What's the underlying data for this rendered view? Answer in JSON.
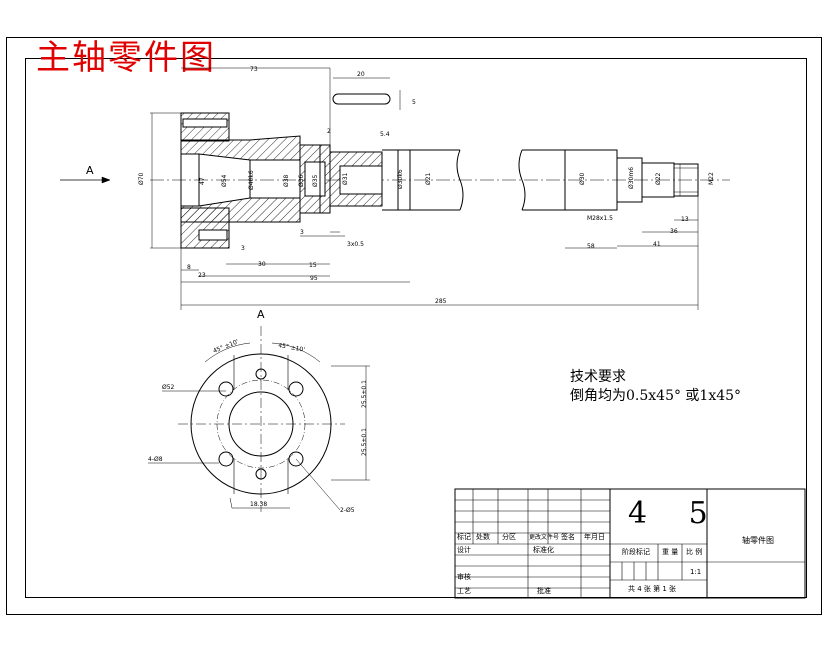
{
  "heading": "主轴零件图",
  "view_labels": {
    "arrow_left": "A",
    "section": "A"
  },
  "dimensions": {
    "top_73": "73",
    "key_20": "20",
    "key_5": "5",
    "dim_2": "2",
    "chamfer_5x4": "5.4",
    "d70": "Ø70",
    "d47": "47",
    "d54": "Ø54",
    "d40": "Ø40k6",
    "d38": "Ø38",
    "d36": "Ø36",
    "d35": "Ø35",
    "d31": "Ø31",
    "d30k6": "Ø30k6",
    "d21": "Ø21",
    "d30": "Ø30",
    "d30m6": "Ø30m6",
    "d22": "Ø22",
    "m22": "M22",
    "thread": "M28x1.5",
    "dim_3a": "3",
    "dim_3b": "3",
    "under_cut": "3x0.5",
    "dim_30": "30",
    "dim_15": "15",
    "dim_8": "8",
    "dim_23": "23",
    "dim_95": "95",
    "dim_58": "58",
    "dim_41": "41",
    "dim_13": "13",
    "dim_36": "36",
    "dim_285": "285"
  },
  "flange_view": {
    "angle_a": "45° ±10'",
    "angle_b": "45° ±10'",
    "pcd": "Ø52",
    "holes": "4-Ø8",
    "dim_a": "25.5±0.1",
    "dim_b": "25.5±0.1",
    "bottom": "18.38",
    "slot": "2-Ø5"
  },
  "tech_req": {
    "title": "技术要求",
    "line": "倒角均为0.5x45° 或1x45°"
  },
  "title_block": {
    "material": "4 5",
    "drawing_name": "轴零件图",
    "scale": "1:1",
    "headers": [
      "标记",
      "处数",
      "分区",
      "更改文件号",
      "签名",
      "年月日"
    ],
    "row_design": "设计",
    "row_std": "标准化",
    "row_review": "审核",
    "row_process": "工艺",
    "row_approve": "批准",
    "stage_label": "阶段标记",
    "weight_label": "重 量",
    "scale_label": "比 例",
    "sheets": "共 4 张    第 1 张"
  }
}
